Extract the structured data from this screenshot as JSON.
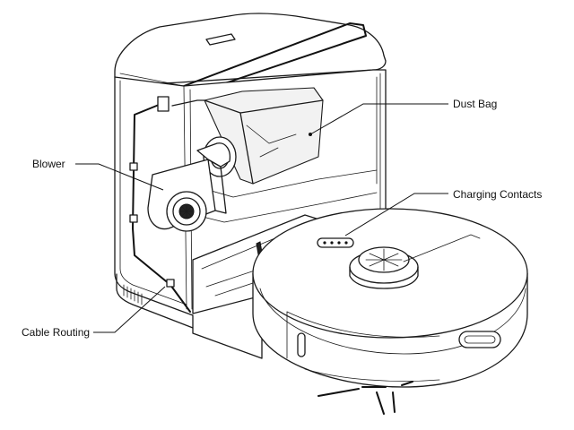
{
  "labels": {
    "dust_bag": "Dust Bag",
    "blower": "Blower",
    "charging_contacts": "Charging Contacts",
    "cable_routing": "Cable Routing"
  },
  "colors": {
    "line": "#1a1a1a",
    "background": "#ffffff"
  }
}
